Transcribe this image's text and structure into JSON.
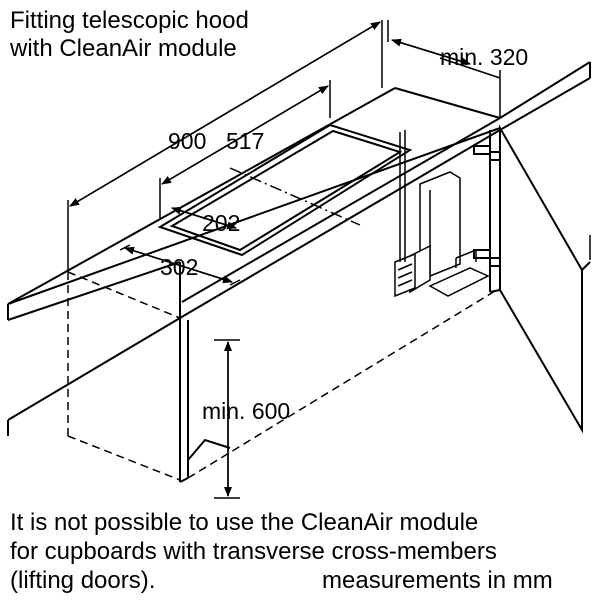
{
  "title_line1": "Fitting telescopic hood",
  "title_line2": "with CleanAir module",
  "dimensions": {
    "min_depth": "min. 320",
    "width_total": "900",
    "width_cutout": "517",
    "depth_cutout": "202",
    "depth_outer": "302",
    "min_height": "min. 600"
  },
  "note_line1": "It is not possible to use the CleanAir module",
  "note_line2": "for cupboards with transverse cross-members",
  "note_line3": "(lifting doors).",
  "units_note": "measurements in mm"
}
